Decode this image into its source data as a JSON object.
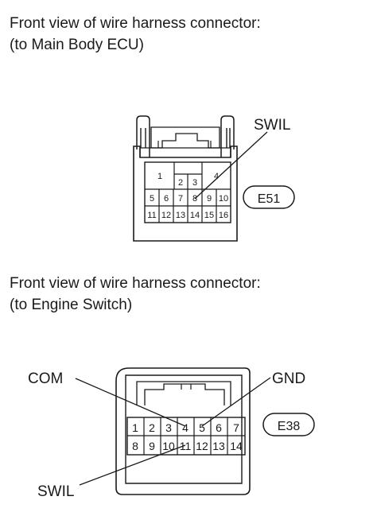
{
  "captions": [
    {
      "line1": "Front view of wire harness connector:",
      "line2": "(to Main Body ECU)"
    },
    {
      "line1": "Front view of wire harness connector:",
      "line2": "(to Engine Switch)"
    }
  ],
  "connectors": [
    {
      "id": "E51",
      "pins_top": [
        "1",
        "2",
        "3",
        "4"
      ],
      "pins_row2": [
        "5",
        "6",
        "7",
        "8",
        "9",
        "10"
      ],
      "pins_row3": [
        "11",
        "12",
        "13",
        "14",
        "15",
        "16"
      ],
      "callouts": [
        {
          "label": "SWIL",
          "pin": "8"
        }
      ]
    },
    {
      "id": "E38",
      "pins_row1": [
        "1",
        "2",
        "3",
        "4",
        "5",
        "6",
        "7"
      ],
      "pins_row2": [
        "8",
        "9",
        "10",
        "11",
        "12",
        "13",
        "14"
      ],
      "callouts": [
        {
          "label": "COM",
          "pin": "4"
        },
        {
          "label": "GND",
          "pin": "5"
        },
        {
          "label": "SWIL",
          "pin": "11"
        }
      ]
    }
  ]
}
